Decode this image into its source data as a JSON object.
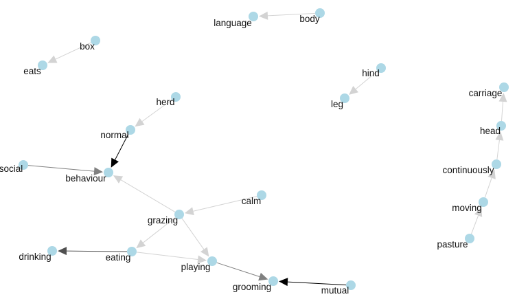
{
  "graph": {
    "node_color": "#add8e6",
    "label_color": "#111111",
    "nodes": [
      {
        "id": "language",
        "label": "language"
      },
      {
        "id": "body",
        "label": "body"
      },
      {
        "id": "box",
        "label": "box"
      },
      {
        "id": "eats",
        "label": "eats"
      },
      {
        "id": "hind",
        "label": "hind"
      },
      {
        "id": "leg",
        "label": "leg"
      },
      {
        "id": "herd",
        "label": "herd"
      },
      {
        "id": "normal",
        "label": "normal"
      },
      {
        "id": "social",
        "label": "social"
      },
      {
        "id": "behaviour",
        "label": "behaviour"
      },
      {
        "id": "calm",
        "label": "calm"
      },
      {
        "id": "grazing",
        "label": "grazing"
      },
      {
        "id": "drinking",
        "label": "drinking"
      },
      {
        "id": "eating",
        "label": "eating"
      },
      {
        "id": "playing",
        "label": "playing"
      },
      {
        "id": "grooming",
        "label": "grooming"
      },
      {
        "id": "mutual",
        "label": "mutual"
      },
      {
        "id": "carriage",
        "label": "carriage"
      },
      {
        "id": "head",
        "label": "head"
      },
      {
        "id": "continuously",
        "label": "continuously"
      },
      {
        "id": "moving",
        "label": "moving"
      },
      {
        "id": "pasture",
        "label": "pasture"
      }
    ],
    "edges": [
      {
        "source": "body",
        "target": "language",
        "color": "#d3d3d3"
      },
      {
        "source": "box",
        "target": "eats",
        "color": "#d3d3d3"
      },
      {
        "source": "hind",
        "target": "leg",
        "color": "#d3d3d3"
      },
      {
        "source": "herd",
        "target": "normal",
        "color": "#d3d3d3"
      },
      {
        "source": "normal",
        "target": "behaviour",
        "color": "#000000"
      },
      {
        "source": "social",
        "target": "behaviour",
        "color": "#808080"
      },
      {
        "source": "grazing",
        "target": "behaviour",
        "color": "#d3d3d3"
      },
      {
        "source": "calm",
        "target": "grazing",
        "color": "#d3d3d3"
      },
      {
        "source": "grazing",
        "target": "eating",
        "color": "#d3d3d3"
      },
      {
        "source": "grazing",
        "target": "playing",
        "color": "#d3d3d3"
      },
      {
        "source": "eating",
        "target": "drinking",
        "color": "#505050"
      },
      {
        "source": "eating",
        "target": "playing",
        "color": "#d3d3d3"
      },
      {
        "source": "playing",
        "target": "grooming",
        "color": "#808080"
      },
      {
        "source": "mutual",
        "target": "grooming",
        "color": "#000000"
      },
      {
        "source": "head",
        "target": "carriage",
        "color": "#d3d3d3"
      },
      {
        "source": "continuously",
        "target": "head",
        "color": "#d3d3d3"
      },
      {
        "source": "moving",
        "target": "continuously",
        "color": "#d3d3d3"
      },
      {
        "source": "pasture",
        "target": "moving",
        "color": "#d3d3d3"
      }
    ]
  }
}
